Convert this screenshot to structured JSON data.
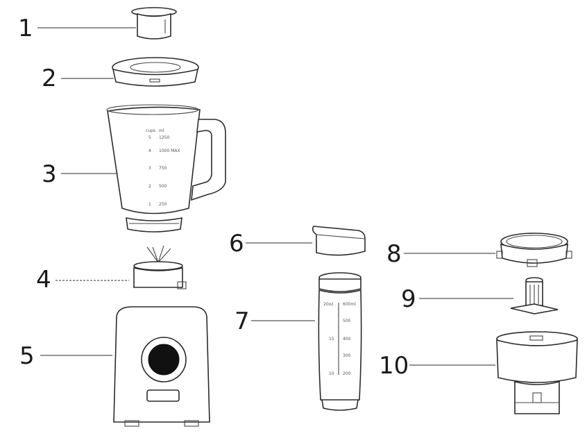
{
  "parts": [
    {
      "number": "1",
      "icon": "measuring-cap-icon"
    },
    {
      "number": "2",
      "icon": "jug-lid-icon"
    },
    {
      "number": "3",
      "icon": "blender-jug-icon"
    },
    {
      "number": "4",
      "icon": "blade-assembly-icon"
    },
    {
      "number": "5",
      "icon": "motor-base-icon"
    },
    {
      "number": "6",
      "icon": "bottle-cap-icon"
    },
    {
      "number": "7",
      "icon": "sport-bottle-icon"
    },
    {
      "number": "8",
      "icon": "chopper-lid-icon"
    },
    {
      "number": "9",
      "icon": "chopper-blade-icon"
    },
    {
      "number": "10",
      "icon": "chopper-bowl-icon"
    }
  ],
  "jug_scale": [
    {
      "left": "5",
      "right": "1250"
    },
    {
      "left": "4",
      "right": "1000 MAX"
    },
    {
      "left": "3",
      "right": "750"
    },
    {
      "left": "2",
      "right": "500"
    },
    {
      "left": "1",
      "right": "250"
    }
  ],
  "jug_scale_header": {
    "left": "cups",
    "right": "ml"
  },
  "bottle_scale": [
    {
      "left": "20oz",
      "right": "600ml"
    },
    {
      "left": "",
      "right": "500"
    },
    {
      "left": "15",
      "right": "400"
    },
    {
      "left": "",
      "right": "300"
    },
    {
      "left": "10",
      "right": "200"
    }
  ]
}
